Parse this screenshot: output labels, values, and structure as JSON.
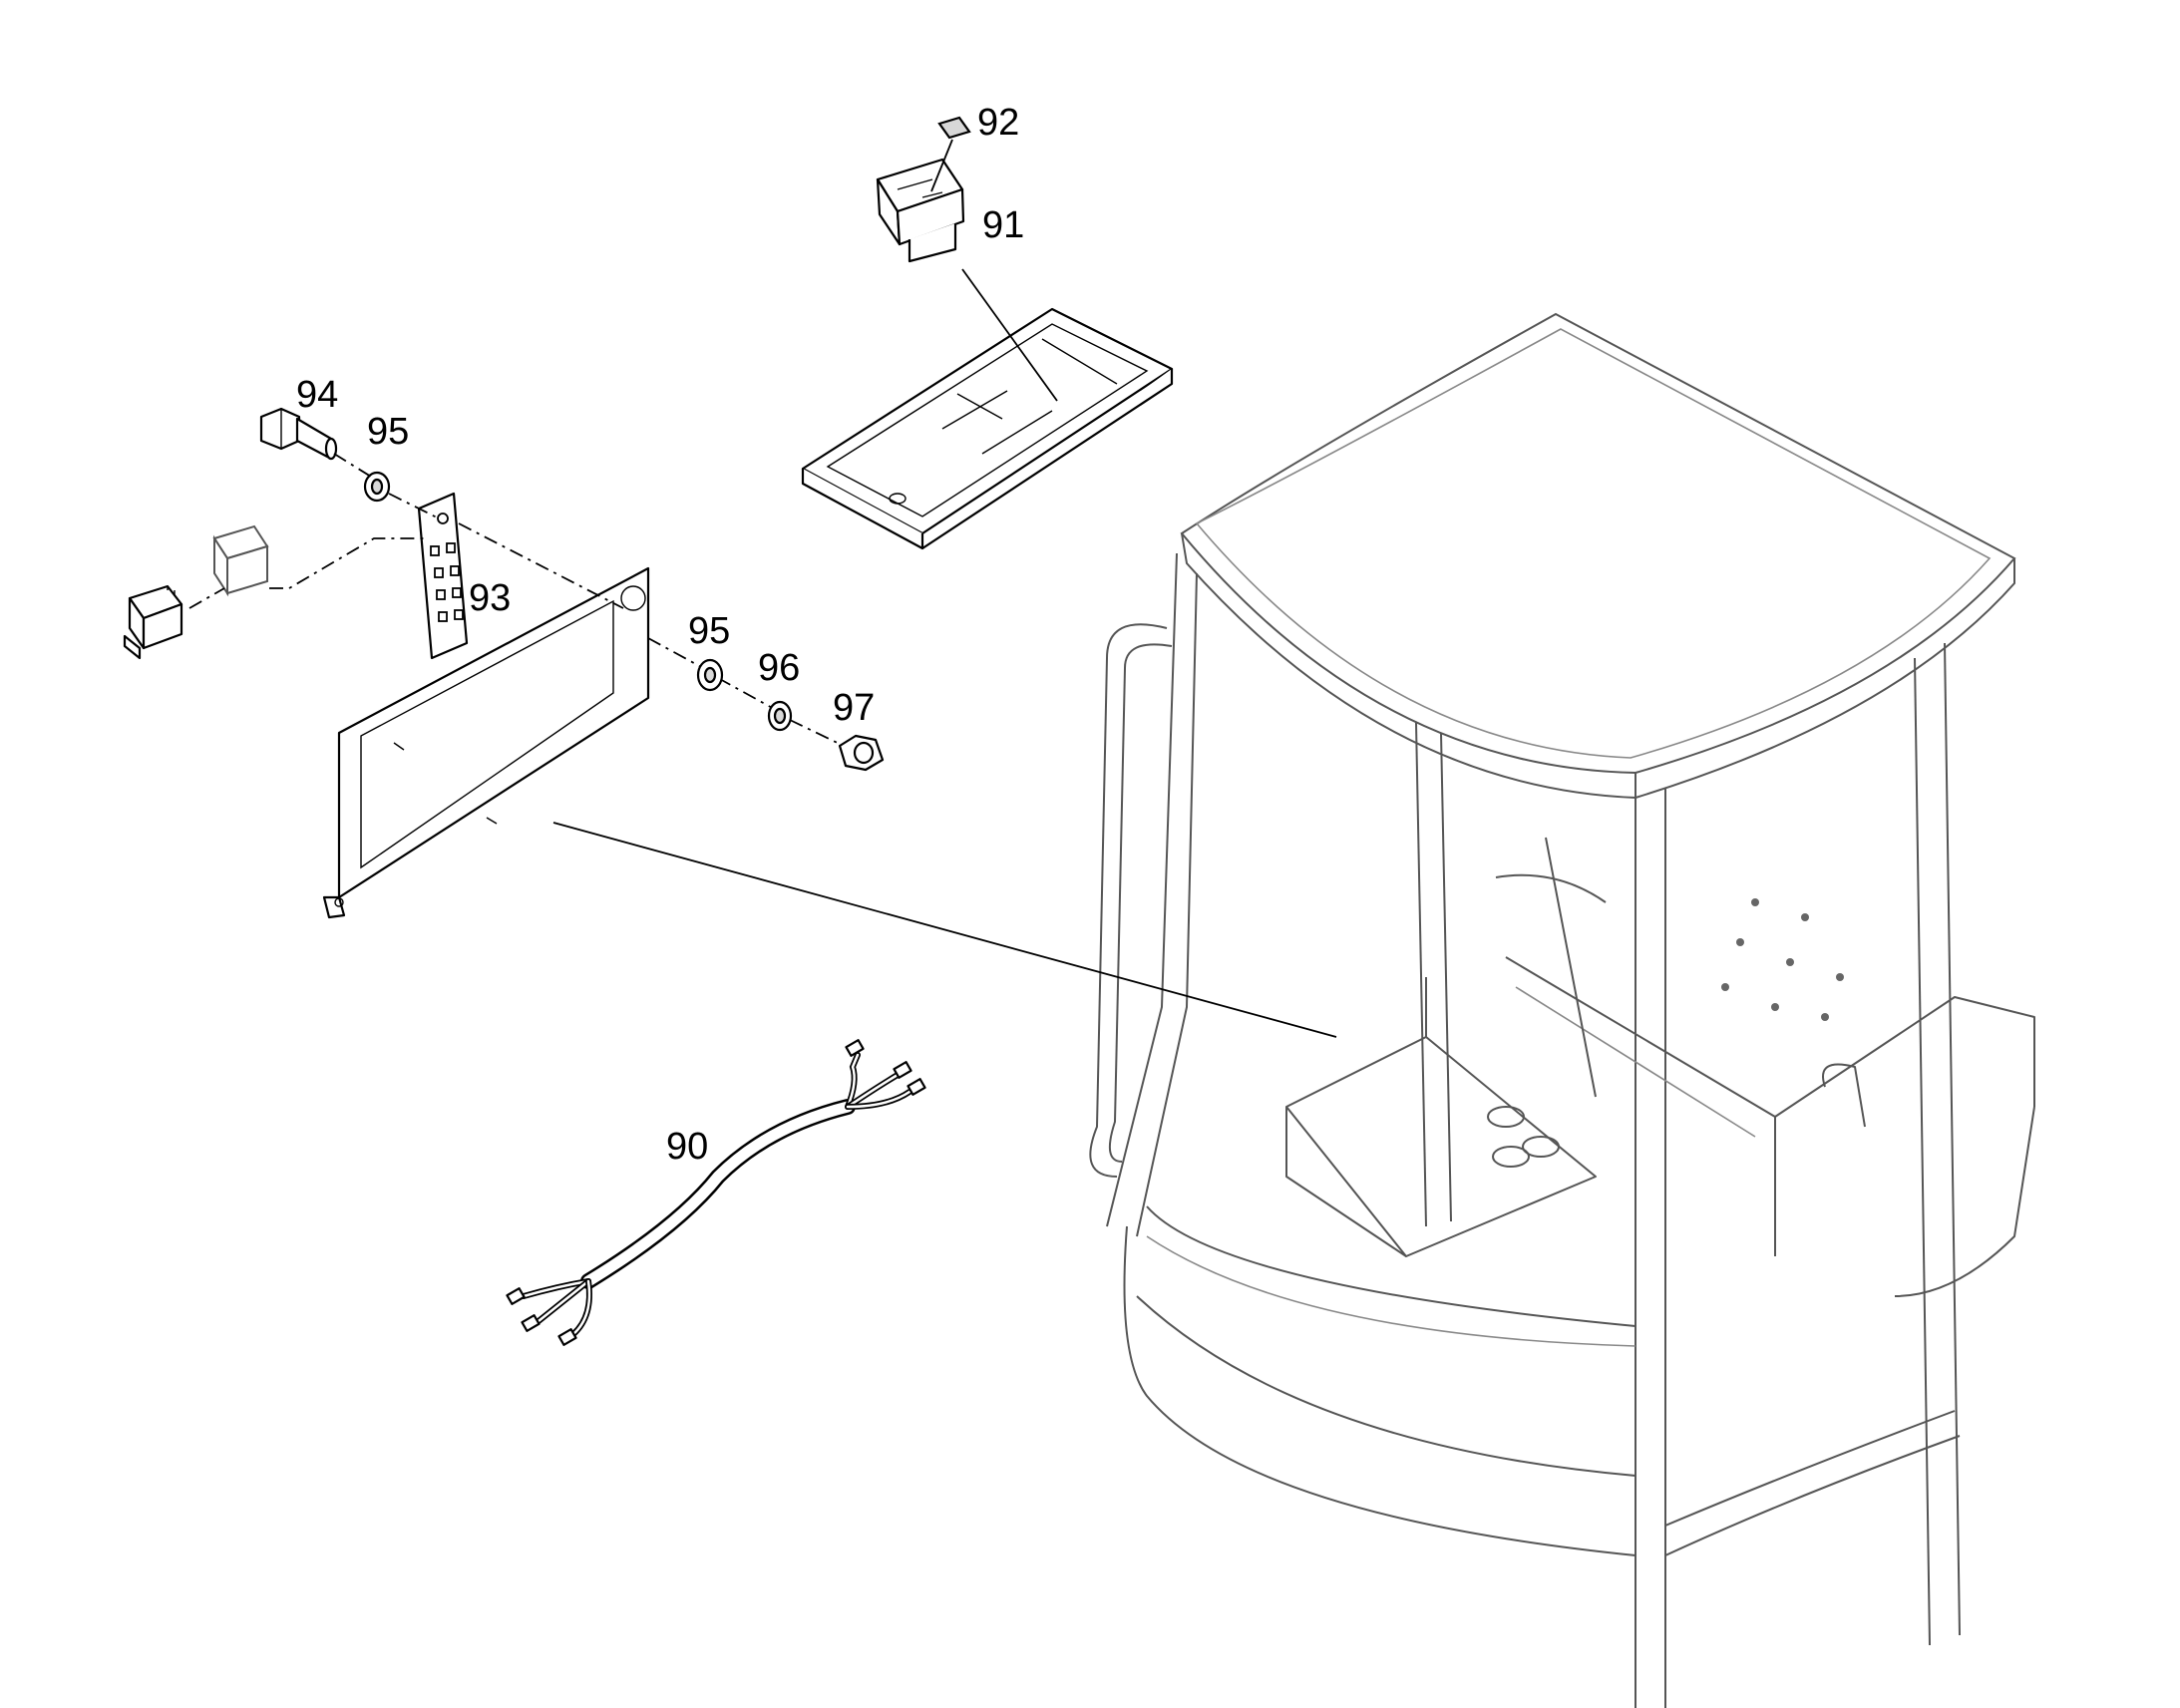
{
  "callouts": {
    "c90": "90",
    "c91": "91",
    "c92": "92",
    "c93": "93",
    "c94": "94",
    "c95a": "95",
    "c95b": "95",
    "c96": "96",
    "c97": "97"
  },
  "colors": {
    "line": "#000000",
    "cab_line": "#555555",
    "background": "#ffffff"
  }
}
